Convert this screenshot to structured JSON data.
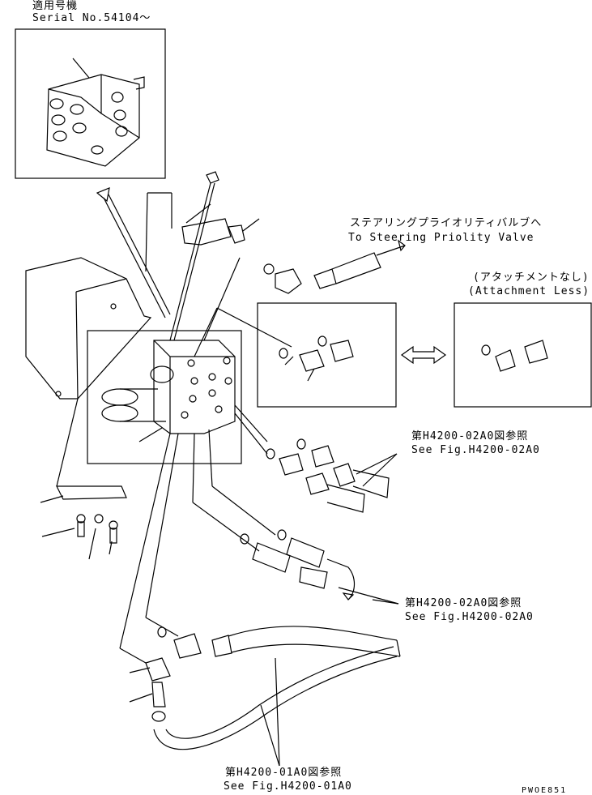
{
  "header": {
    "applicable_jp": "適用号機",
    "serial": "Serial No.54104～"
  },
  "callouts": {
    "steering_jp": "ステアリングプライオリティバルブへ",
    "steering_en": "To Steering Priolity Valve",
    "attachment_jp": "(アタッチメントなし)",
    "attachment_en": "(Attachment Less)",
    "ref_a_jp": "第H4200-02A0図参照",
    "ref_a_en": "See Fig.H4200-02A0",
    "ref_b_jp": "第H4200-02A0図参照",
    "ref_b_en": "See Fig.H4200-02A0",
    "ref_c_jp": "第H4200-01A0図参照",
    "ref_c_en": "See Fig.H4200-01A0"
  },
  "drawing_code": "PWOE851",
  "colors": {
    "ink": "#000000",
    "paper": "#ffffff"
  }
}
